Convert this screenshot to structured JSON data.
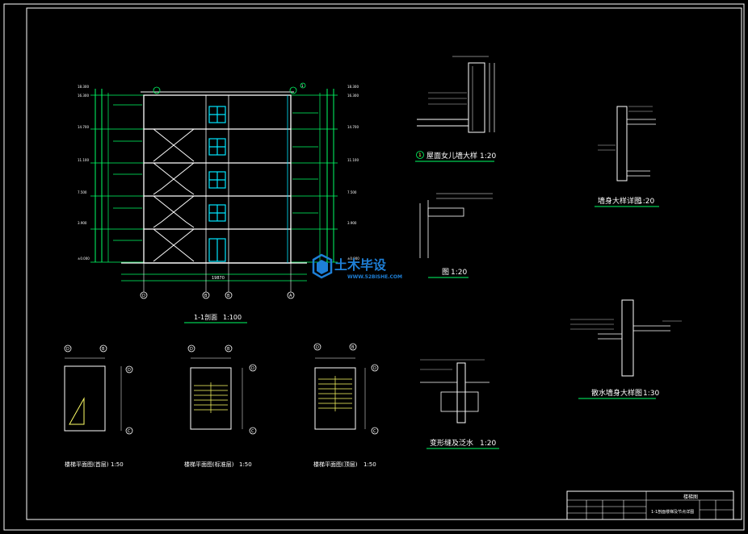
{
  "section": {
    "title": "1-1剖面",
    "scale": "1:100",
    "axis_labels": [
      "D",
      "B",
      "B",
      "A"
    ],
    "callout_tag": "1",
    "left_elevations": [
      "18.300",
      "16.300",
      "14.700",
      "11.100",
      "7.500",
      "3.900",
      "±0.000"
    ],
    "right_elevations": [
      "18.300",
      "16.300",
      "14.700",
      "11.100",
      "7.500",
      "3.900",
      "±0.000"
    ],
    "dim_total": "19870"
  },
  "details": {
    "parapet": {
      "tag": "1",
      "title": "屋面女儿墙大样",
      "scale": "1:20"
    },
    "wall": {
      "title": "墙身大样详图",
      "scale": "1:20"
    },
    "eave": {
      "title": "图",
      "scale": "1:20"
    },
    "waterproof": {
      "title": "变形缝及泛水",
      "scale": "1:20"
    },
    "drip": {
      "title": "散水墙身大样图",
      "scale": "1:30"
    }
  },
  "stair_plans": [
    {
      "title": "楼梯平面图(首层)",
      "scale": "1:50",
      "axes_top": [
        "D",
        "B"
      ],
      "axes_side": [
        "D",
        "C"
      ]
    },
    {
      "title": "楼梯平面图(标准层)",
      "scale": "1:50",
      "axes_top": [
        "D",
        "B"
      ],
      "axes_side": [
        "D",
        "C"
      ]
    },
    {
      "title": "楼梯平面图(顶层)",
      "scale": "1:50",
      "axes_top": [
        "D",
        "B"
      ],
      "axes_side": [
        "D",
        "C"
      ]
    }
  ],
  "watermark": {
    "brand": "土木毕设",
    "url": "WWW.52BISHE.COM"
  },
  "title_block": {
    "header": "楼梯图",
    "drawing_name": "1-1剖面楼梯及节点详图"
  },
  "colors": {
    "background": "#000000",
    "lines": "#ffffff",
    "green": "#00ff66",
    "cyan": "#00e5ff",
    "yellow": "#ffff66",
    "watermark": "#1e7fd6"
  }
}
